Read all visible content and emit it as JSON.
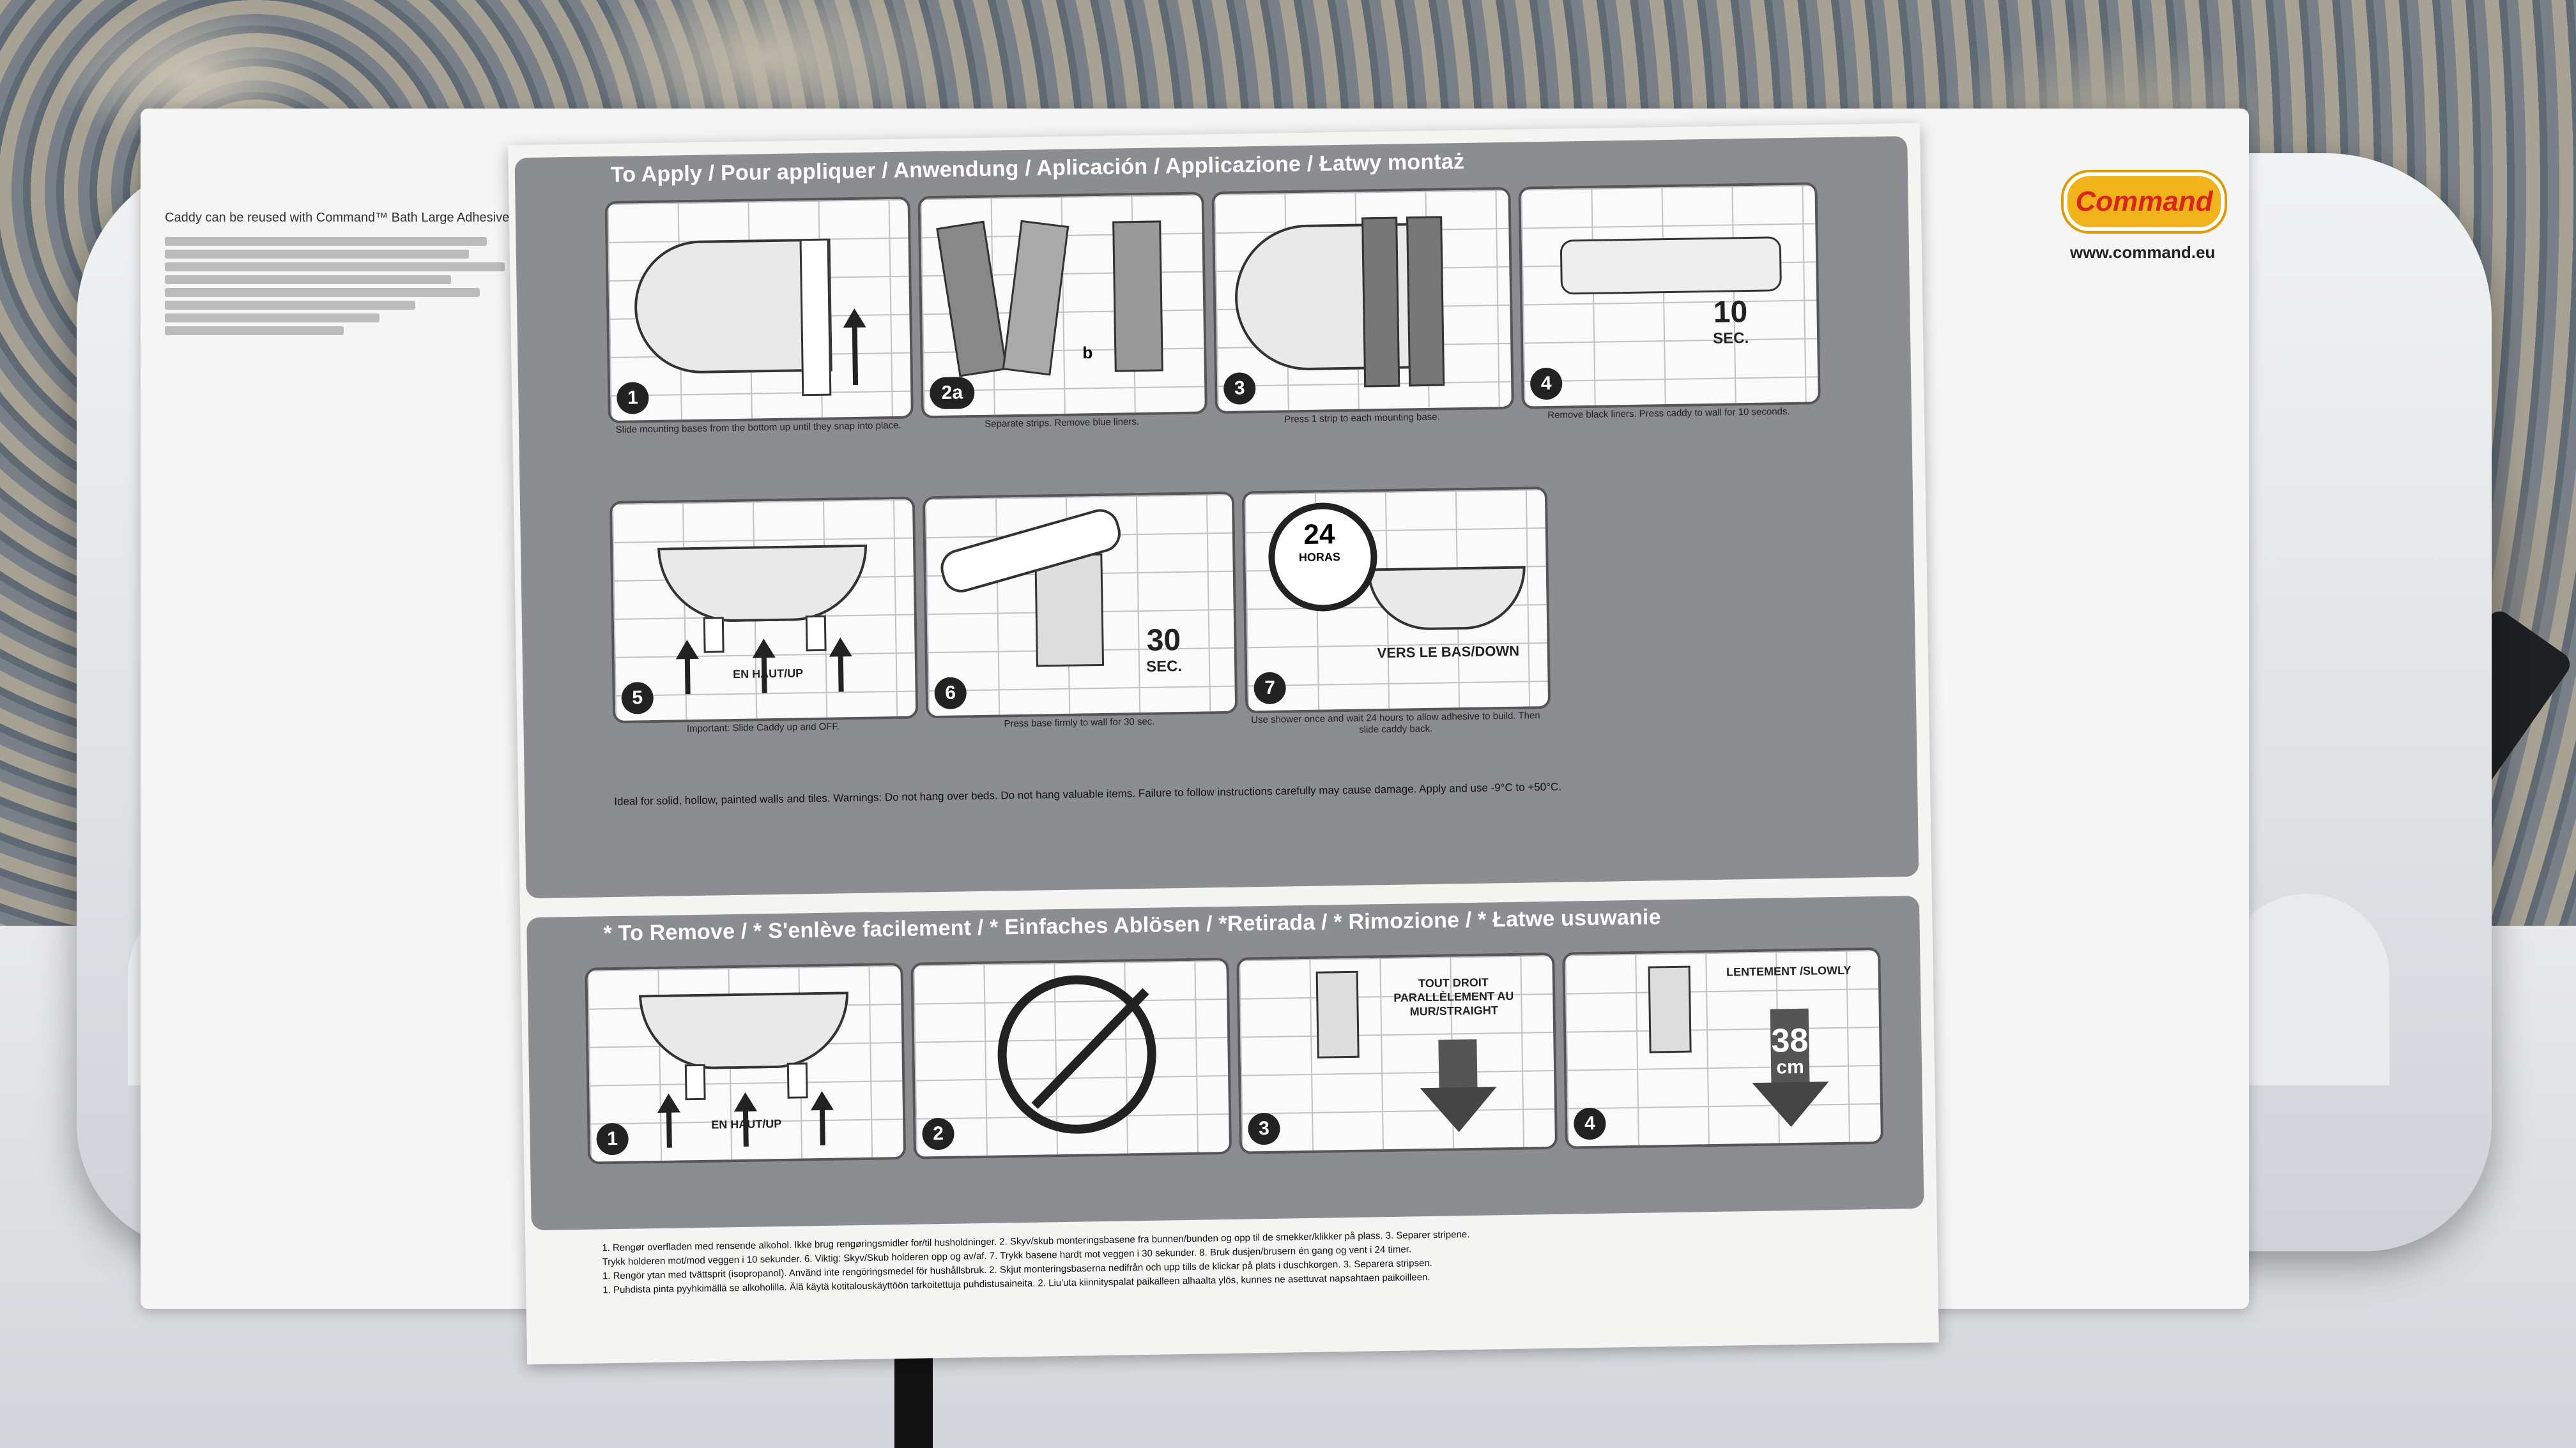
{
  "brand": {
    "logo_text": "Command",
    "url": "www.command.eu"
  },
  "left_card": {
    "caption": "Caddy can be reused with Command™ Bath Large Adhesive Strips."
  },
  "apply": {
    "title": "To Apply / Pour appliquer / Anwendung / Aplicación / Applicazione / Łatwy montaż",
    "steps": [
      {
        "num": "1",
        "caption": "Slide mounting bases from the bottom up until they snap into place."
      },
      {
        "num": "2a",
        "label_b": "b",
        "caption": "Separate strips. Remove blue liners."
      },
      {
        "num": "3",
        "caption": "Press 1 strip to each mounting base."
      },
      {
        "num": "4",
        "big": "10",
        "unit": "SEC.",
        "caption": "Remove black liners. Press caddy to wall for 10 seconds."
      },
      {
        "num": "5",
        "label": "EN HAUT/UP",
        "caption": "Important: Slide Caddy up and OFF."
      },
      {
        "num": "6",
        "big": "30",
        "unit": "SEC.",
        "caption": "Press base firmly to wall for 30 sec."
      },
      {
        "num": "7",
        "clock_big": "24",
        "clock_small": "HORAS",
        "label": "VERS LE BAS/DOWN",
        "caption": "Use shower once and wait 24 hours to allow adhesive to build. Then slide caddy back."
      }
    ],
    "warning": "Ideal for solid, hollow, painted walls and tiles. Warnings: Do not hang over beds. Do not hang valuable items. Failure to follow instructions carefully may cause damage. Apply and use -9°C to +50°C."
  },
  "remove": {
    "title": "* To Remove / * S'enlève facilement / * Einfaches Ablösen / *Retirada / * Rimozione / * Łatwe usuwanie",
    "steps": [
      {
        "num": "1",
        "label": "EN HAUT/UP"
      },
      {
        "num": "2"
      },
      {
        "num": "3",
        "label": "TOUT DROIT PARALLÈLEMENT AU MUR/STRAIGHT"
      },
      {
        "num": "4",
        "label": "LENTEMENT /SLOWLY",
        "big": "38",
        "unit": "cm"
      }
    ]
  },
  "fine_print": [
    "1. Rengør overfladen med rensende alkohol. Ikke brug rengøringsmidler for/til husholdninger. 2. Skyv/skub monteringsbasene fra bunnen/bunden og opp til de smekker/klikker på plass. 3. Separer stripene.",
    "Trykk holderen mot/mod veggen i 10 sekunder. 6. Viktig: Skyv/Skub holderen opp og av/af. 7. Trykk basene hardt mot veggen i 30 sekunder. 8. Bruk dusjen/brusern én gang og vent i 24 timer.",
    "1. Rengör ytan med tvättsprit (isopropanol). Använd inte rengöringsmedel för hushållsbruk. 2. Skjut monteringsbaserna nedifrån och upp tills de klickar på plats i duschkorgen. 3. Separera stripsen.",
    "1. Puhdista pinta pyyhkimällä se alkoholilla. Älä käytä kotitalouskäyttöön tarkoitettuja puhdistusaineita. 2. Liu'uta kiinnityspalat paikalleen alhaalta ylös, kunnes ne asettuvat napsahtaen paikoilleen."
  ]
}
